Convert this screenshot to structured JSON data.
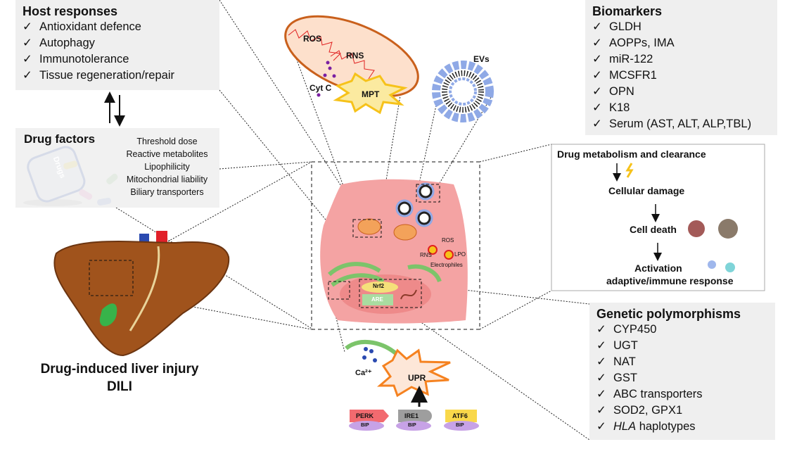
{
  "host_responses": {
    "title": "Host responses",
    "items": [
      "Antioxidant defence",
      "Autophagy",
      "Immunotolerance",
      "Tissue regeneration/repair"
    ]
  },
  "drug_factors": {
    "title": "Drug factors",
    "bottle_label": "Drugs",
    "items": [
      "Threshold dose",
      "Reactive metabolites",
      "Lipophilicity",
      "Mitochondrial liability",
      "Biliary transporters"
    ]
  },
  "biomarkers": {
    "title": "Biomarkers",
    "items": [
      "GLDH",
      "AOPPs, IMA",
      "miR-122",
      "MCSFR1",
      "OPN",
      "K18",
      "Serum (AST, ALT, ALP,TBL)"
    ]
  },
  "cascade": {
    "steps": [
      "Drug metabolism and clearance",
      "Cellular damage",
      "Cell death",
      "Activation",
      "adaptive/immune response"
    ]
  },
  "genetic": {
    "title": "Genetic polymorphisms",
    "items": [
      "CYP450",
      "UGT",
      "NAT",
      "GST",
      "ABC transporters",
      "SOD2, GPX1"
    ],
    "last_item_italic": "HLA",
    "last_item_rest": " haplotypes"
  },
  "check_mark": "✓",
  "liver": {
    "title": "Drug-induced liver injury",
    "abbrev": "DILI"
  },
  "mito": {
    "ros": "ROS",
    "rns": "RNS",
    "cytc": "Cyt C",
    "mpt": "MPT"
  },
  "evs": "EVs",
  "cell": {
    "ros": "ROS",
    "rns": "RNS",
    "lpo": "LPO",
    "electrophiles": "Electrophiles",
    "nrf2": "Nrf2",
    "are": "ARE"
  },
  "er": {
    "ca": "Ca²⁺",
    "upr": "UPR",
    "perk": "PERK",
    "ire1": "IRE1",
    "atf6": "ATF6",
    "bip": "BIP"
  },
  "colors": {
    "box_bg": "#efefef",
    "cell": "#f4a3a3",
    "nucleus": "#ee8a8a",
    "er": "#7cc46a",
    "mito": "#e8882e",
    "ev": "#8fa9e6",
    "perk": "#f26a6f",
    "ire1": "#9e9e9e",
    "atf6": "#f9d84a",
    "bip": "#c7a2e6",
    "upr": "#f58220",
    "mpt": "#f6c21a"
  }
}
